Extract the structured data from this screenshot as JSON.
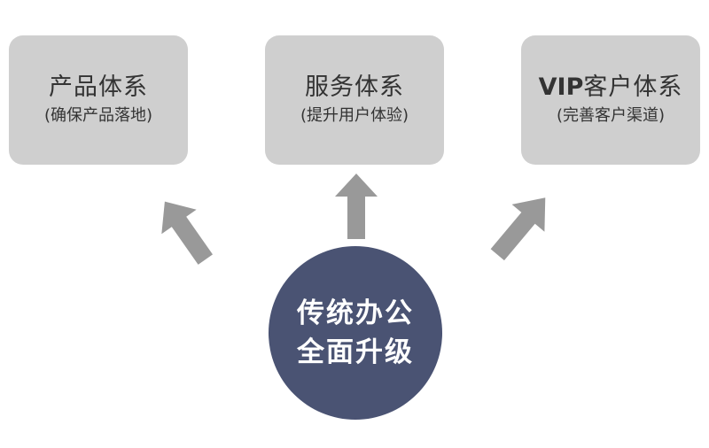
{
  "boxes": {
    "product": {
      "title": "产品体系",
      "subtitle": "(确保产品落地)"
    },
    "service": {
      "title": "服务体系",
      "subtitle": "(提升用户体验)"
    },
    "vip": {
      "title_latin": "VIP",
      "title_cn": "客户体系",
      "subtitle": "(完善客户渠道)"
    }
  },
  "center": {
    "line1": "传统办公",
    "line2": "全面升级"
  },
  "colors": {
    "box_fill": "#cfcfcf",
    "arrow_fill": "#999999",
    "circle_fill": "#4a5373",
    "text_dark": "#333333"
  }
}
